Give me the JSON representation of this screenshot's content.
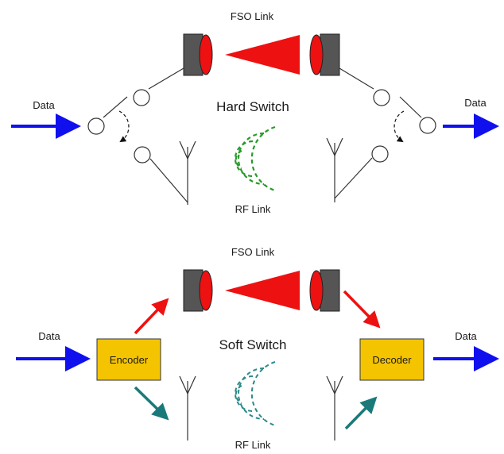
{
  "hard": {
    "fso_label": "FSO Link",
    "switch_label": "Hard Switch",
    "rf_label": "RF Link",
    "data_in_label": "Data",
    "data_out_label": "Data"
  },
  "soft": {
    "fso_label": "FSO Link",
    "switch_label": "Soft Switch",
    "rf_label": "RF Link",
    "data_in_label": "Data",
    "data_out_label": "Data",
    "encoder_label": "Encoder",
    "decoder_label": "Decoder"
  },
  "colors": {
    "data_arrow": "#1010ee",
    "fso_beam": "#ee1111",
    "transceiver_body": "#555555",
    "rf_wave_hard": "#2a9a2a",
    "rf_wave_soft": "#2a8a8a",
    "soft_rf_arrow": "#1a7a7a",
    "codec_box": "#f5c400"
  }
}
